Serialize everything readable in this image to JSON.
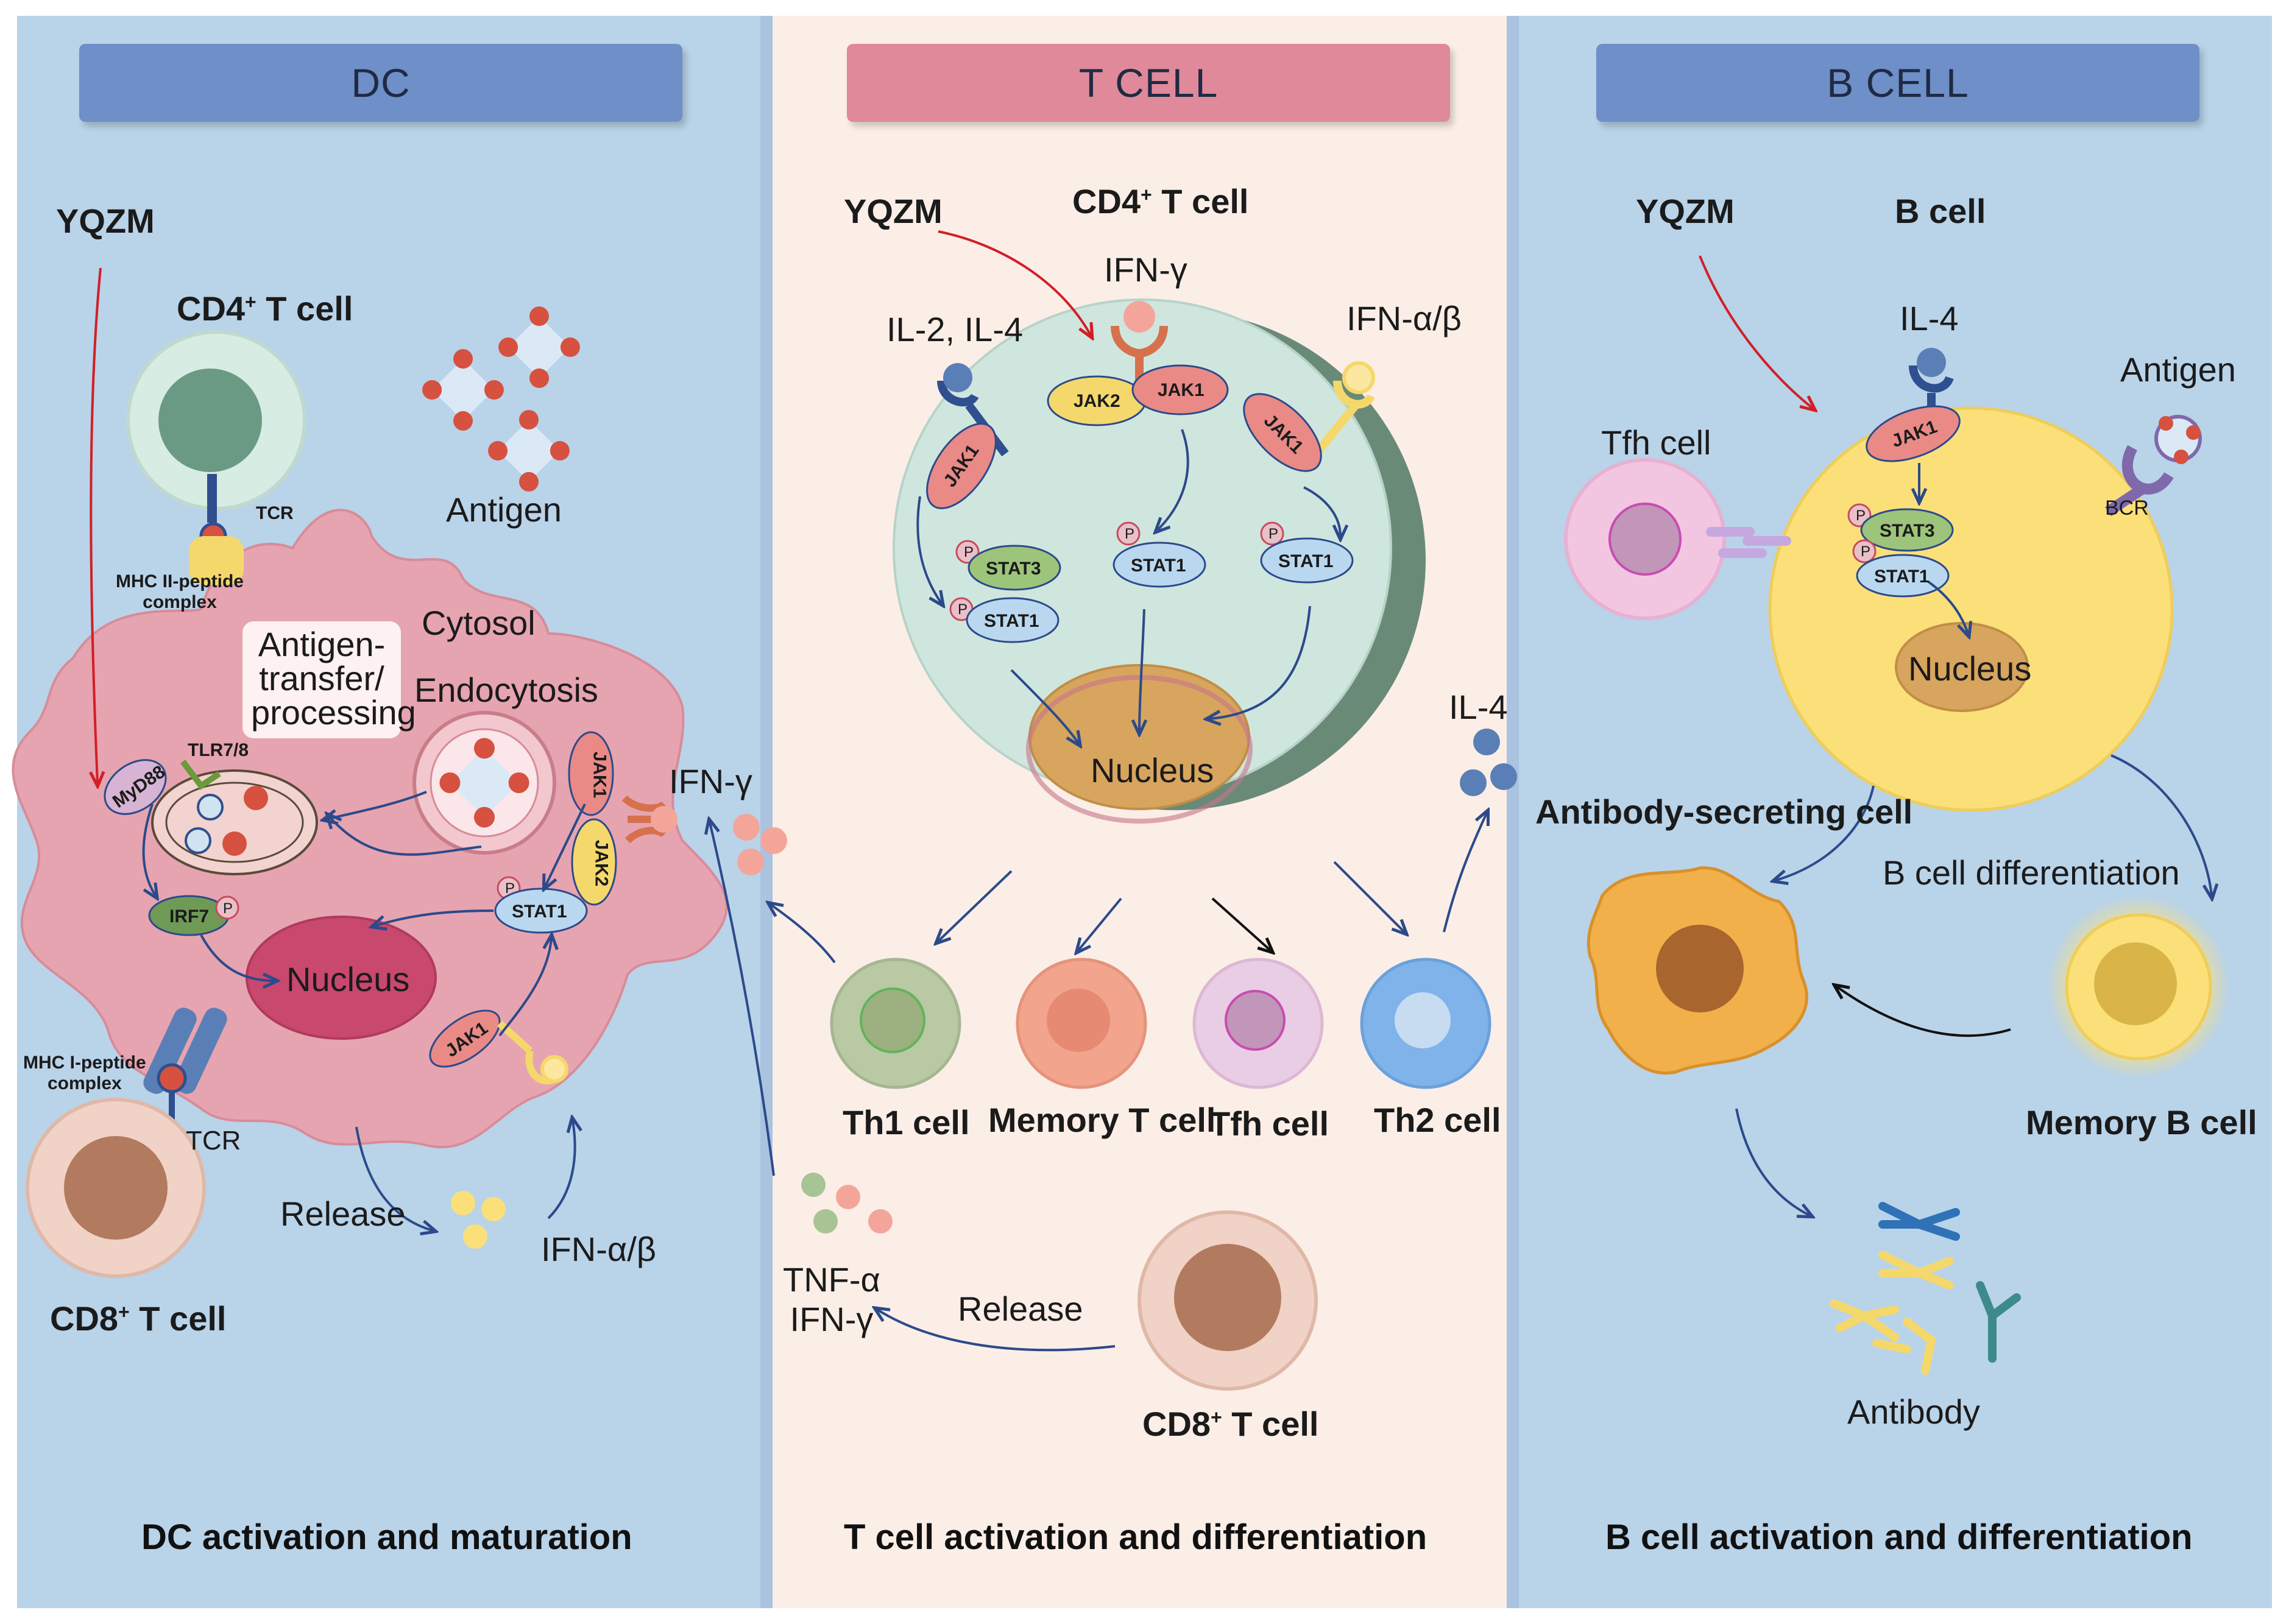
{
  "colors": {
    "panel_blue": "#b9d3e9",
    "panel_pink": "#fbeee7",
    "header_blue": "#6e8fc7",
    "header_pink": "#e0899a",
    "dc_body": "#e6a4b0",
    "tcell_body": "#cfe6de",
    "bcell_body": "#fbe07a",
    "arrow_red": "#d21f26",
    "arrow_blue": "#2c4a8a"
  },
  "dc": {
    "header": "DC",
    "yqzm": "YQZM",
    "cd4_label": "CD4",
    "cd4_sup": "+",
    "cd4_suffix": " T cell",
    "tcr_top": "TCR",
    "mhc2": "MHC II-peptide",
    "mhc2_b": "complex",
    "antigen": "Antigen",
    "cytosol": "Cytosol",
    "antigen_transfer_1": "Antigen-",
    "antigen_transfer_2": "transfer/",
    "antigen_transfer_3": "processing",
    "endocytosis": "Endocytosis",
    "tlr": "TLR7/8",
    "myd88": "MyD88",
    "irf7": "IRF7",
    "nucleus": "Nucleus",
    "stat1": "STAT1",
    "jak1": "JAK1",
    "jak2": "JAK2",
    "jak1_b": "JAK1",
    "ifn_gamma": "IFN-γ",
    "mhc1": "MHC I-peptide",
    "mhc1_b": "complex",
    "tcr_bottom": "TCR",
    "release": "Release",
    "ifn_ab": "IFN-α/β",
    "cd8_label": "CD8",
    "cd8_sup": "+",
    "cd8_suffix": " T cell",
    "p": "P",
    "footer": "DC activation and maturation"
  },
  "tcell": {
    "header": "T CELL",
    "yqzm": "YQZM",
    "cd4_label": "CD4",
    "cd4_sup": "+",
    "cd4_suffix": " T cell",
    "ifn_gamma": "IFN-γ",
    "il2_il4": "IL-2, IL-4",
    "ifn_ab": "IFN-α/β",
    "jak2": "JAK2",
    "jak1_top": "JAK1",
    "jak1_left": "JAK1",
    "jak1_right": "JAK1",
    "stat3": "STAT3",
    "stat1_left": "STAT1",
    "stat1_mid": "STAT1",
    "stat1_right": "STAT1",
    "nucleus": "Nucleus",
    "il4": "IL-4",
    "th1": "Th1 cell",
    "memory_t": "Memory T cell",
    "tfh": "Tfh cell",
    "th2": "Th2 cell",
    "tnf": "TNF-α",
    "ifn_gamma_2": "IFN-γ",
    "release": "Release",
    "cd8_label": "CD8",
    "cd8_sup": "+",
    "cd8_suffix": " T cell",
    "p": "P",
    "footer": "T cell activation and differentiation"
  },
  "bcell": {
    "header": "B CELL",
    "yqzm": "YQZM",
    "bcell": "B cell",
    "il4": "IL-4",
    "antigen": "Antigen",
    "tfh": "Tfh cell",
    "jak1": "JAK1",
    "stat3": "STAT3",
    "stat1": "STAT1",
    "bcr": "BCR",
    "nucleus": "Nucleus",
    "asc": "Antibody-secreting cell",
    "diff": "B cell differentiation",
    "memory_b": "Memory B cell",
    "antibody": "Antibody",
    "p": "P",
    "footer": "B cell activation and differentiation"
  }
}
